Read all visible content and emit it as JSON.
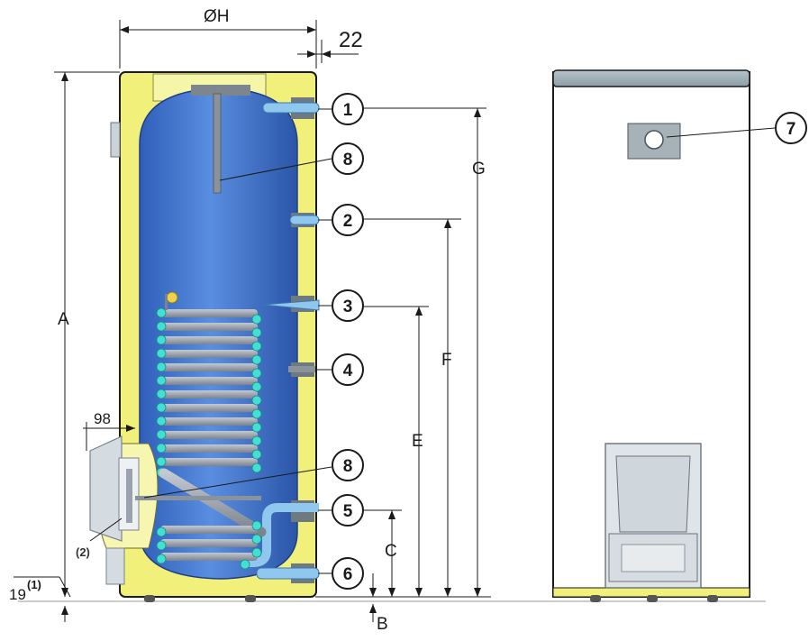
{
  "dimensions": {
    "diameter": "ØH",
    "offset_top": "22",
    "height_total": "A",
    "foot_height": "B",
    "conn_c": "C",
    "conn_e": "E",
    "conn_f": "F",
    "conn_g": "G",
    "flange_depth": "98",
    "base_value": "19",
    "base_note": "(1)"
  },
  "notes": {
    "heater_note": "(2)"
  },
  "callouts": [
    "1",
    "8",
    "2",
    "3",
    "4",
    "8",
    "5",
    "6",
    "7"
  ],
  "colors": {
    "jacket": "#f0f07a",
    "tank": "#3f70cc",
    "coil": "#9aa2ad",
    "coil_end": "#42e0d2",
    "pipe": "#8fc7ef",
    "cap": "#9fb0b8",
    "outline": "#1a1a1a"
  }
}
